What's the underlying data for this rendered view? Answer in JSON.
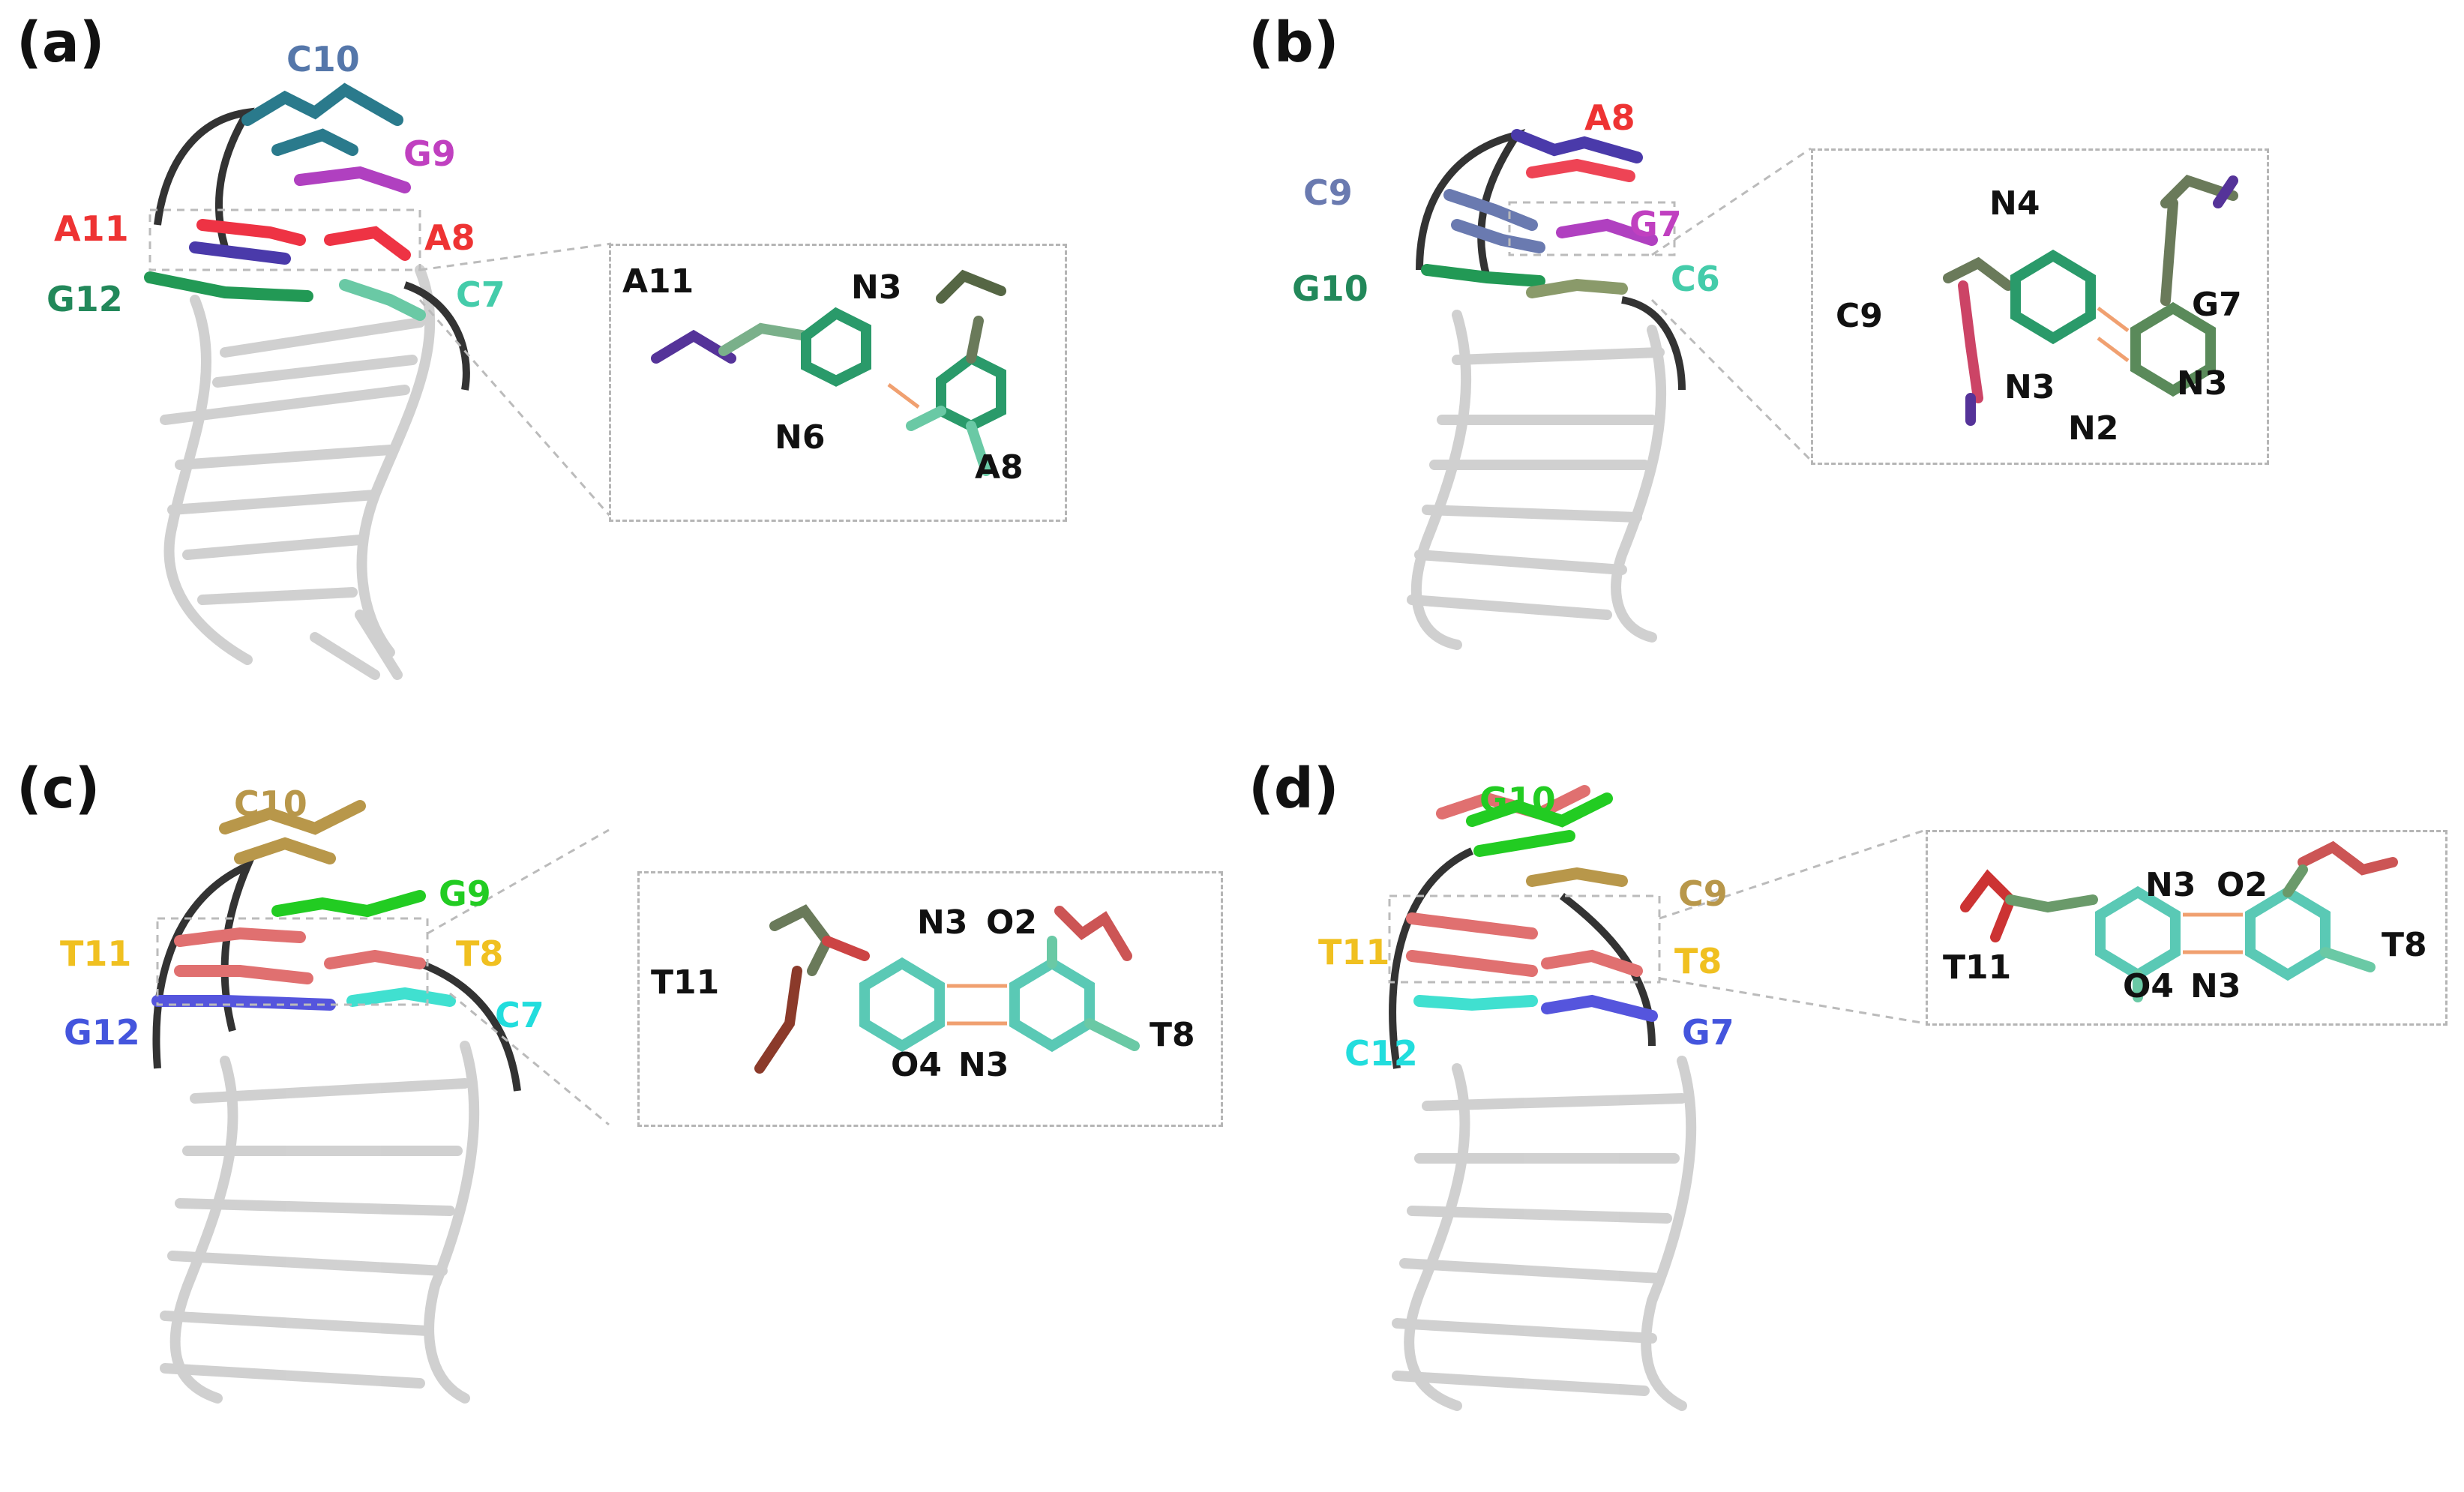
{
  "panels": {
    "a": {
      "letter": "(a)",
      "labels": {
        "c10": "C10",
        "g9": "G9",
        "a11": "A11",
        "a8": "A8",
        "g12": "G12",
        "c7": "C7"
      },
      "inset": {
        "l1": "A11",
        "l2": "N3",
        "l3": "N6",
        "l4": "A8"
      }
    },
    "b": {
      "letter": "(b)",
      "labels": {
        "a8": "A8",
        "c9": "C9",
        "g7": "G7",
        "g10": "G10",
        "c6": "C6"
      },
      "inset": {
        "l1": "N4",
        "l2": "C9",
        "l3": "G7",
        "l4": "N3",
        "l5": "N3",
        "l6": "N2"
      }
    },
    "c": {
      "letter": "(c)",
      "labels": {
        "c10": "C10",
        "g9": "G9",
        "t11": "T11",
        "t8": "T8",
        "g12": "G12",
        "c7": "C7"
      },
      "inset": {
        "l1": "N3",
        "l2": "O2",
        "l3": "T11",
        "l4": "T8",
        "l5": "O4",
        "l6": "N3"
      }
    },
    "d": {
      "letter": "(d)",
      "labels": {
        "g10": "G10",
        "c9": "C9",
        "t11": "T11",
        "t8": "T8",
        "c12": "C12",
        "g7": "G7"
      },
      "inset": {
        "l1": "N3",
        "l2": "O2",
        "l3": "T11",
        "l4": "T8",
        "l5": "O4",
        "l6": "N3"
      }
    }
  },
  "colors": {
    "backbone": "#333333",
    "ghost": "#c8c8c8",
    "hbond": "#f0a070",
    "teal": "#2a7a8c",
    "magenta": "#b040c0",
    "red": "#ee3344",
    "green": "#229955",
    "mint": "#6ac9a5",
    "gold": "#b8974a",
    "lime": "#22cc22",
    "salmon": "#e07070",
    "blue": "#5555dd",
    "cyan": "#40e0d0",
    "yellow": "#f0c020"
  }
}
